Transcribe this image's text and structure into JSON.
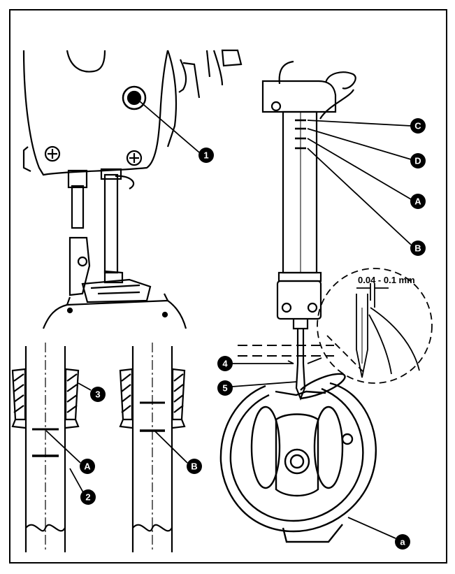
{
  "callouts": {
    "n1": "1",
    "n2": "2",
    "n3": "3",
    "n4": "4",
    "n5": "5",
    "A": "A",
    "B": "B",
    "C": "C",
    "D": "D",
    "a": "a"
  },
  "dimension": {
    "clearance": "0.04 - 0.1 mm"
  }
}
